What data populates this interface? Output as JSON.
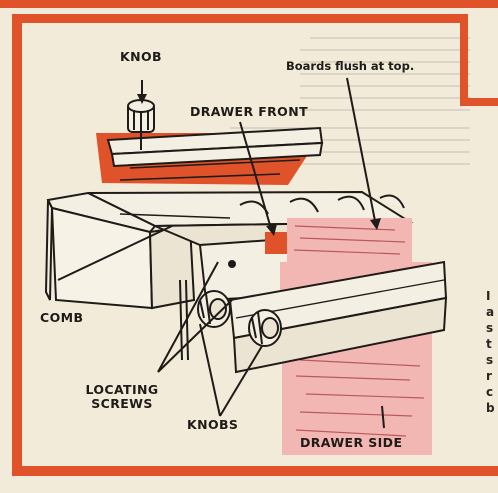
{
  "labels": {
    "knob": "KNOB",
    "boards_flush": "Boards flush at top.",
    "drawer_front": "DRAWER FRONT",
    "comb": "COMB",
    "locating_screws_line1": "LOCATING",
    "locating_screws_line2": "SCREWS",
    "knobs": "KNOBS",
    "drawer_side": "DRAWER SIDE"
  },
  "edge_text": [
    "I",
    "a",
    "s",
    "t",
    "s",
    "r",
    "c",
    "b"
  ],
  "colors": {
    "frame": "#e0522a",
    "paper": "#f2ebd9",
    "board": "#f3b7b3",
    "board_grain": "#b75a5c",
    "ink": "#1e1b18",
    "panel_text": "#c9c2b4"
  }
}
